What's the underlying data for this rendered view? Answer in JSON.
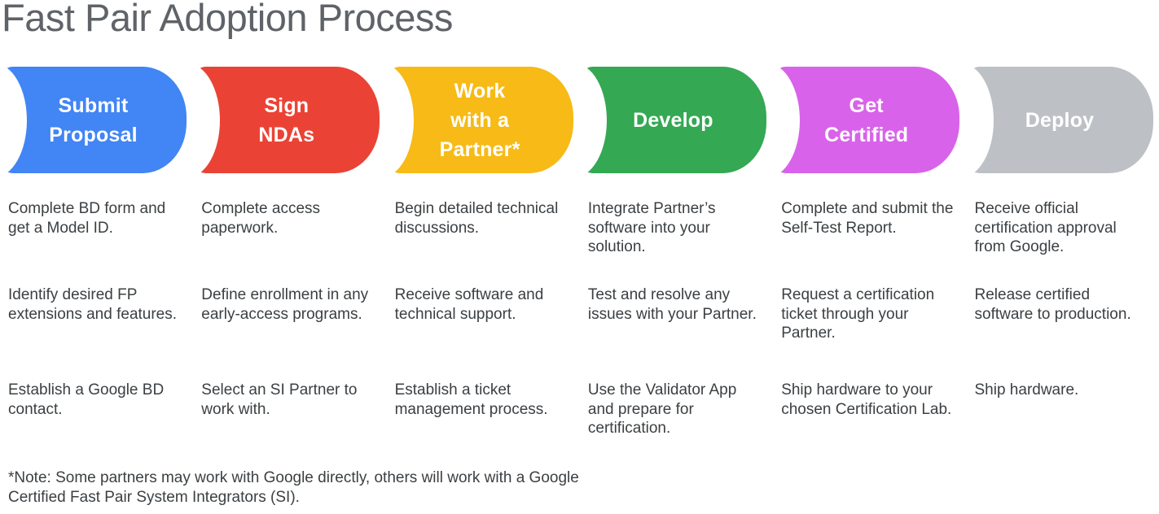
{
  "title": "Fast Pair Adoption Process",
  "note": "*Note: Some partners may work with Google directly, others will work with a Google Certified Fast Pair System Integrators (SI).",
  "colors": {
    "title_text": "#5f6368",
    "body_text": "#3c4043",
    "stage_label_text": "#ffffff"
  },
  "stages": [
    {
      "id": "submit-proposal",
      "label": "Submit\nProposal",
      "color": "#4285F4",
      "steps": [
        "Complete BD form and get a Model ID.",
        "Identify desired FP extensions and features.",
        "Establish a Google BD contact."
      ]
    },
    {
      "id": "sign-ndas",
      "label": "Sign\nNDAs",
      "color": "#EA4335",
      "steps": [
        "Complete access paperwork.",
        "Define enrollment in any early-access programs.",
        "Select an SI Partner to work with."
      ]
    },
    {
      "id": "work-with-a-partner",
      "label": "Work\nwith a\nPartner*",
      "color": "#F7BA16",
      "steps": [
        "Begin detailed technical discussions.",
        "Receive software and technical support.",
        "Establish a ticket management process."
      ]
    },
    {
      "id": "develop",
      "label": "Develop",
      "color": "#34A853",
      "steps": [
        "Integrate Partner’s software into your solution.",
        "Test and resolve any issues with your Partner.",
        "Use the Validator App and prepare for certification."
      ]
    },
    {
      "id": "get-certified",
      "label": "Get\nCertified",
      "color": "#D962EA",
      "steps": [
        "Complete and submit the Self-Test Report.",
        "Request a certification ticket through your Partner.",
        "Ship hardware to your chosen Certification Lab."
      ]
    },
    {
      "id": "deploy",
      "label": "Deploy",
      "color": "#BDC1C6",
      "steps": [
        "Receive official certification approval from Google.",
        "Release certified software to production.",
        "Ship hardware."
      ]
    }
  ]
}
